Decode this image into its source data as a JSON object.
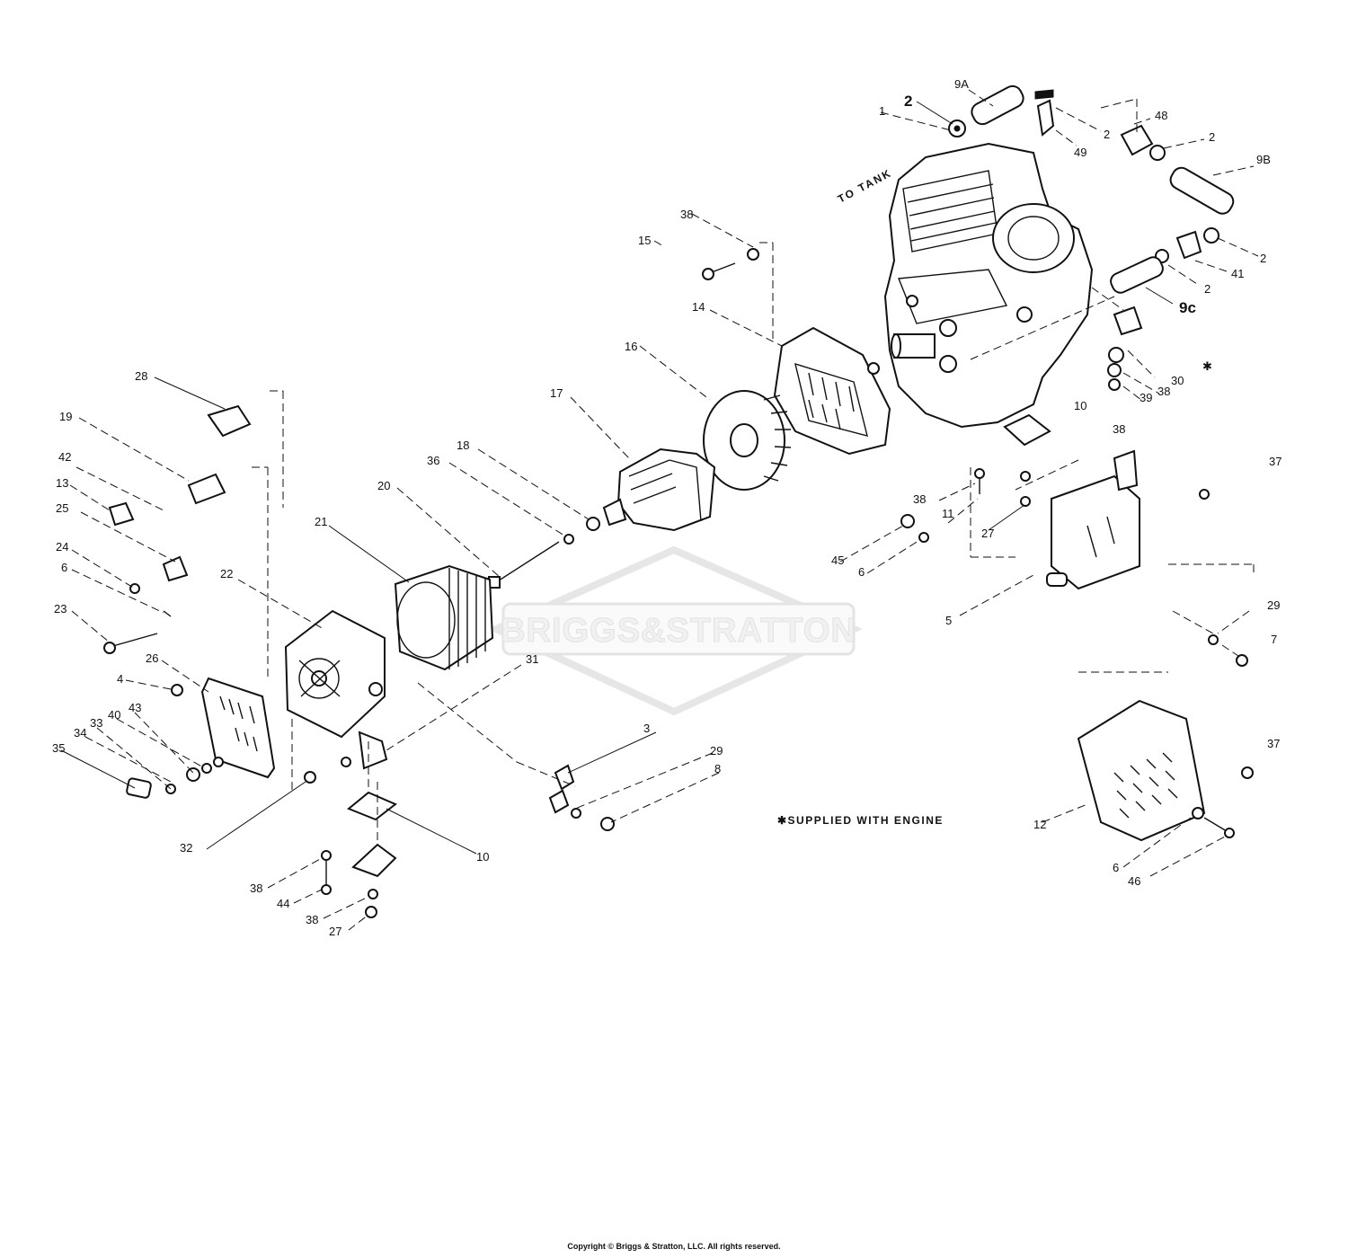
{
  "diagram": {
    "note": "✱SUPPLIED WITH ENGINE",
    "to_tank": "TO TANK",
    "watermark": "BRIGGS&STRATTON",
    "copyright": "Copyright © Briggs & Stratton, LLC. All rights reserved.",
    "callouts": [
      {
        "id": "c1",
        "text": "1"
      },
      {
        "id": "c2a",
        "text": "2"
      },
      {
        "id": "c9a",
        "text": "9A"
      },
      {
        "id": "c2b",
        "text": "2"
      },
      {
        "id": "c49",
        "text": "49"
      },
      {
        "id": "c48",
        "text": "48"
      },
      {
        "id": "c2c",
        "text": "2"
      },
      {
        "id": "c9b",
        "text": "9B"
      },
      {
        "id": "c2d",
        "text": "2"
      },
      {
        "id": "c41",
        "text": "41"
      },
      {
        "id": "c2e",
        "text": "2"
      },
      {
        "id": "c9c",
        "text": "9c"
      },
      {
        "id": "cstar",
        "text": "✱"
      },
      {
        "id": "c30",
        "text": "30"
      },
      {
        "id": "c38a",
        "text": "38"
      },
      {
        "id": "c39",
        "text": "39"
      },
      {
        "id": "c10a",
        "text": "10"
      },
      {
        "id": "c38b",
        "text": "38"
      },
      {
        "id": "c37a",
        "text": "37"
      },
      {
        "id": "c38c",
        "text": "38"
      },
      {
        "id": "c15",
        "text": "15"
      },
      {
        "id": "c14",
        "text": "14"
      },
      {
        "id": "c16",
        "text": "16"
      },
      {
        "id": "c17",
        "text": "17"
      },
      {
        "id": "c18",
        "text": "18"
      },
      {
        "id": "c36",
        "text": "36"
      },
      {
        "id": "c20",
        "text": "20"
      },
      {
        "id": "c21",
        "text": "21"
      },
      {
        "id": "c28",
        "text": "28"
      },
      {
        "id": "c19",
        "text": "19"
      },
      {
        "id": "c42",
        "text": "42"
      },
      {
        "id": "c13",
        "text": "13"
      },
      {
        "id": "c25",
        "text": "25"
      },
      {
        "id": "c24",
        "text": "24"
      },
      {
        "id": "c6a",
        "text": "6"
      },
      {
        "id": "c22",
        "text": "22"
      },
      {
        "id": "c23",
        "text": "23"
      },
      {
        "id": "c26",
        "text": "26"
      },
      {
        "id": "c4",
        "text": "4"
      },
      {
        "id": "c43",
        "text": "43"
      },
      {
        "id": "c40",
        "text": "40"
      },
      {
        "id": "c33",
        "text": "33"
      },
      {
        "id": "c34",
        "text": "34"
      },
      {
        "id": "c35",
        "text": "35"
      },
      {
        "id": "c31",
        "text": "31"
      },
      {
        "id": "c3",
        "text": "3"
      },
      {
        "id": "c29a",
        "text": "29"
      },
      {
        "id": "c8",
        "text": "8"
      },
      {
        "id": "c38d",
        "text": "38"
      },
      {
        "id": "c11",
        "text": "11"
      },
      {
        "id": "c27a",
        "text": "27"
      },
      {
        "id": "c45",
        "text": "45"
      },
      {
        "id": "c6b",
        "text": "6"
      },
      {
        "id": "c5",
        "text": "5"
      },
      {
        "id": "c29b",
        "text": "29"
      },
      {
        "id": "c7",
        "text": "7"
      },
      {
        "id": "c37b",
        "text": "37"
      },
      {
        "id": "c12",
        "text": "12"
      },
      {
        "id": "c6c",
        "text": "6"
      },
      {
        "id": "c46",
        "text": "46"
      },
      {
        "id": "c32",
        "text": "32"
      },
      {
        "id": "c10b",
        "text": "10"
      },
      {
        "id": "c38e",
        "text": "38"
      },
      {
        "id": "c44",
        "text": "44"
      },
      {
        "id": "c38f",
        "text": "38"
      },
      {
        "id": "c27b",
        "text": "27"
      }
    ]
  }
}
